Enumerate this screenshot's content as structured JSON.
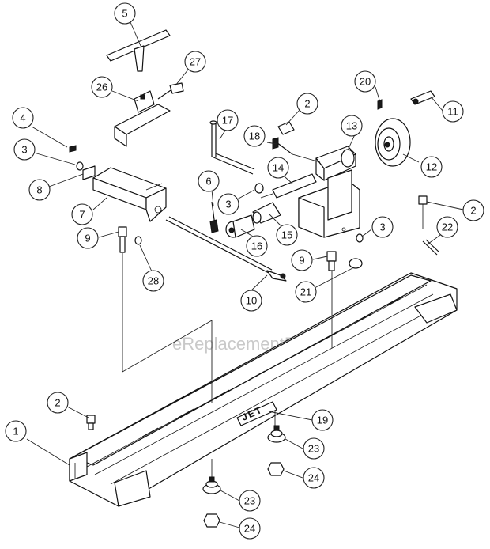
{
  "watermark": "eReplacementParts.com",
  "nameplate": "JET",
  "callouts": [
    {
      "label": "1"
    },
    {
      "label": "2"
    },
    {
      "label": "2"
    },
    {
      "label": "2"
    },
    {
      "label": "3"
    },
    {
      "label": "3"
    },
    {
      "label": "3"
    },
    {
      "label": "4"
    },
    {
      "label": "5"
    },
    {
      "label": "6"
    },
    {
      "label": "7"
    },
    {
      "label": "8"
    },
    {
      "label": "9"
    },
    {
      "label": "9"
    },
    {
      "label": "10"
    },
    {
      "label": "11"
    },
    {
      "label": "12"
    },
    {
      "label": "13"
    },
    {
      "label": "14"
    },
    {
      "label": "15"
    },
    {
      "label": "16"
    },
    {
      "label": "17"
    },
    {
      "label": "18"
    },
    {
      "label": "19"
    },
    {
      "label": "20"
    },
    {
      "label": "21"
    },
    {
      "label": "22"
    },
    {
      "label": "23"
    },
    {
      "label": "23"
    },
    {
      "label": "24"
    },
    {
      "label": "24"
    },
    {
      "label": "26"
    },
    {
      "label": "27"
    },
    {
      "label": "28"
    }
  ]
}
